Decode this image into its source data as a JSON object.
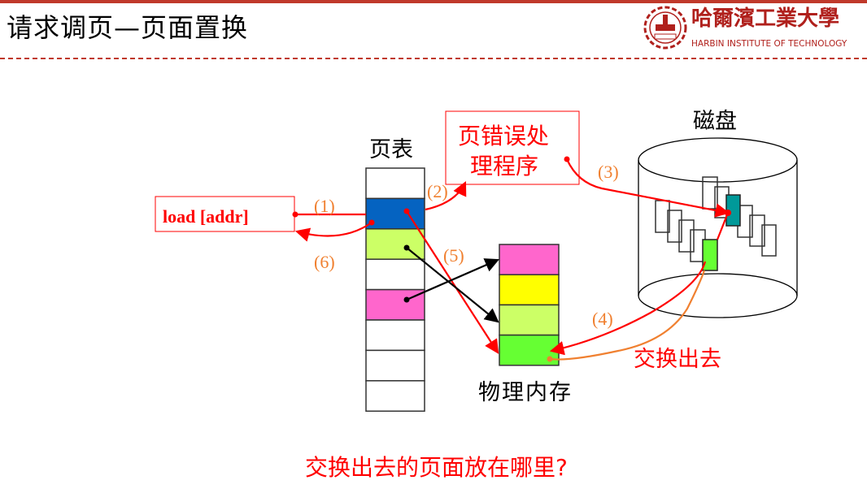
{
  "header": {
    "title": "请求调页—页面置换",
    "logo": {
      "name_cn": "哈爾濱工業大學",
      "name_en": "HARBIN INSTITUTE OF TECHNOLOGY"
    }
  },
  "diagram": {
    "page_table_label": "页表",
    "memory_label": "物理内存",
    "disk_label": "磁盘",
    "instruction": "load [addr]",
    "handler_line1": "页错误处",
    "handler_line2": "理程序",
    "swap_out_label": "交换出去",
    "steps": [
      "(1)",
      "(2)",
      "(3)",
      "(4)",
      "(5)",
      "(6)"
    ],
    "page_table_colors": [
      "#ffffff",
      "#0563c1",
      "#ccff66",
      "#ffffff",
      "#ff66cc",
      "#ffffff",
      "#ffffff",
      "#ffffff"
    ],
    "memory_colors": [
      "#ff66cc",
      "#ffff00",
      "#ccff66",
      "#66ff33"
    ],
    "disk_highlight_colors": {
      "target": "#009999",
      "swapped": "#66ff33"
    }
  },
  "footer": {
    "question": "交换出去的页面放在哪里?"
  }
}
